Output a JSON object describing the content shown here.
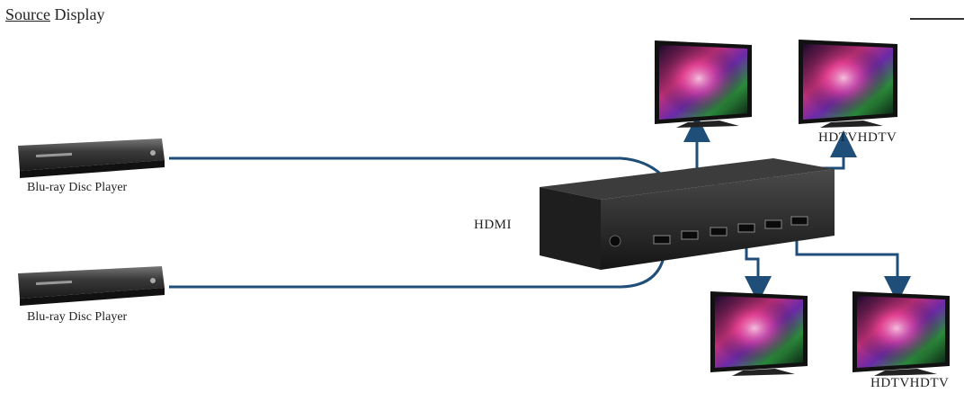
{
  "header": {
    "source_word": "Source",
    "display_word": "Display"
  },
  "labels": {
    "player_top": "Blu-ray Disc Player",
    "player_bottom": "Blu-ray Disc Player",
    "splitter": "HDMI",
    "tv_top_right": "HDTVHDTV",
    "tv_bottom_right": "HDTVHDTV"
  },
  "colors": {
    "cable": "#1f4e79",
    "device": "#2b2b2b"
  }
}
